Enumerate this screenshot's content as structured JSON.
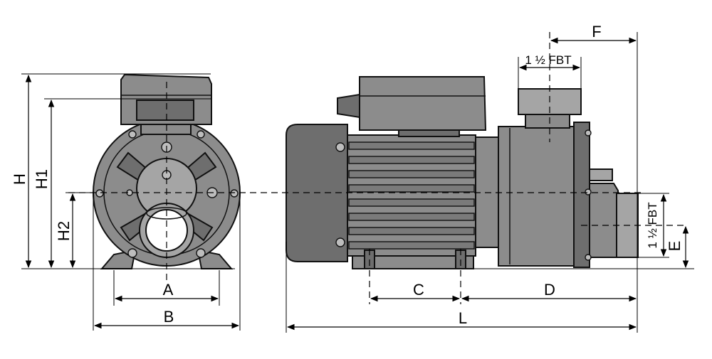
{
  "labels": {
    "A": "A",
    "B": "B",
    "C": "C",
    "D": "D",
    "E": "E",
    "F": "F",
    "H": "H",
    "H1": "H1",
    "H2": "H2",
    "L": "L",
    "inlet_thread": "1 ½ FBT",
    "outlet_thread": "1 ½ FBT"
  },
  "colors": {
    "body": "#8c8c8c",
    "outline": "#111111"
  }
}
